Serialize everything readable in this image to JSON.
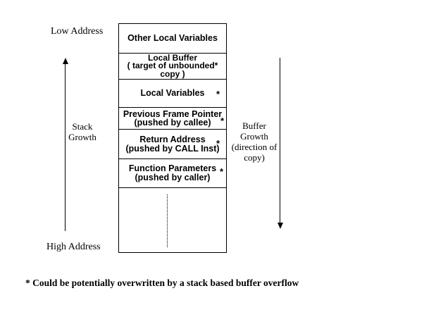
{
  "diagram": {
    "labels": {
      "low_address": "Low Address",
      "high_address": "High Address",
      "stack_growth": {
        "line1": "Stack",
        "line2": "Growth"
      },
      "buffer_growth": {
        "line1": "Buffer",
        "line2": "Growth",
        "line3": "(direction of",
        "line4": "copy)"
      }
    },
    "stack_box": {
      "rows": [
        {
          "lines": [
            "Other Local Variables"
          ]
        },
        {
          "lines": [
            "Local Buffer",
            "( target of unbounded*",
            "copy )"
          ]
        },
        {
          "lines": [
            "Local Variables"
          ],
          "marker": "*"
        },
        {
          "lines": [
            "Previous Frame Pointer",
            "(pushed by callee)"
          ],
          "marker": "*"
        },
        {
          "lines": [
            "Return Address",
            "(pushed by CALL Inst)"
          ],
          "marker": "*"
        },
        {
          "lines": [
            "Function Parameters",
            "(pushed by caller)"
          ],
          "marker": "*"
        },
        {
          "lines": [],
          "ellipsis": true
        }
      ]
    },
    "footnote": "* Could be potentially overwritten by a stack based buffer overflow",
    "colors": {
      "ink": "#000000",
      "background": "#ffffff"
    }
  }
}
